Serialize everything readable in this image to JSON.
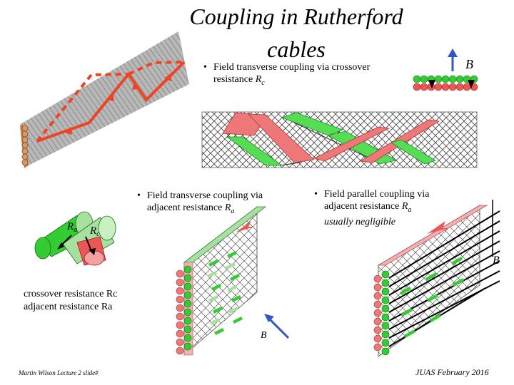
{
  "title": "Coupling in Rutherford cables",
  "bullets": [
    {
      "text": "Field transverse coupling via crossover resistance ",
      "sym": "R",
      "sub": "c"
    },
    {
      "text": "Field transverse coupling via adjacent resistance ",
      "sym": "R",
      "sub": "a"
    },
    {
      "text": "Field parallel coupling via adjacent resistance ",
      "sym": "R",
      "sub": "a",
      "extra": "usually negligible"
    }
  ],
  "bullet_mark": "•",
  "legend": {
    "line1": "crossover resistance Rc",
    "line2": "adjacent resistance Ra"
  },
  "labels": {
    "Ra": "R",
    "Ra_sub": "a",
    "Rc": "R",
    "Rc_sub": "c",
    "B": "B"
  },
  "footer": {
    "left": "Martin Wilson Lecture 2 slide#",
    "right": "JUAS February 2016"
  },
  "colors": {
    "green": "#33cc33",
    "red": "#ee5555",
    "pink": "#f4b0b0",
    "lightgreen": "#a8e0a0",
    "blue": "#3355cc",
    "path": "#ee4422"
  }
}
